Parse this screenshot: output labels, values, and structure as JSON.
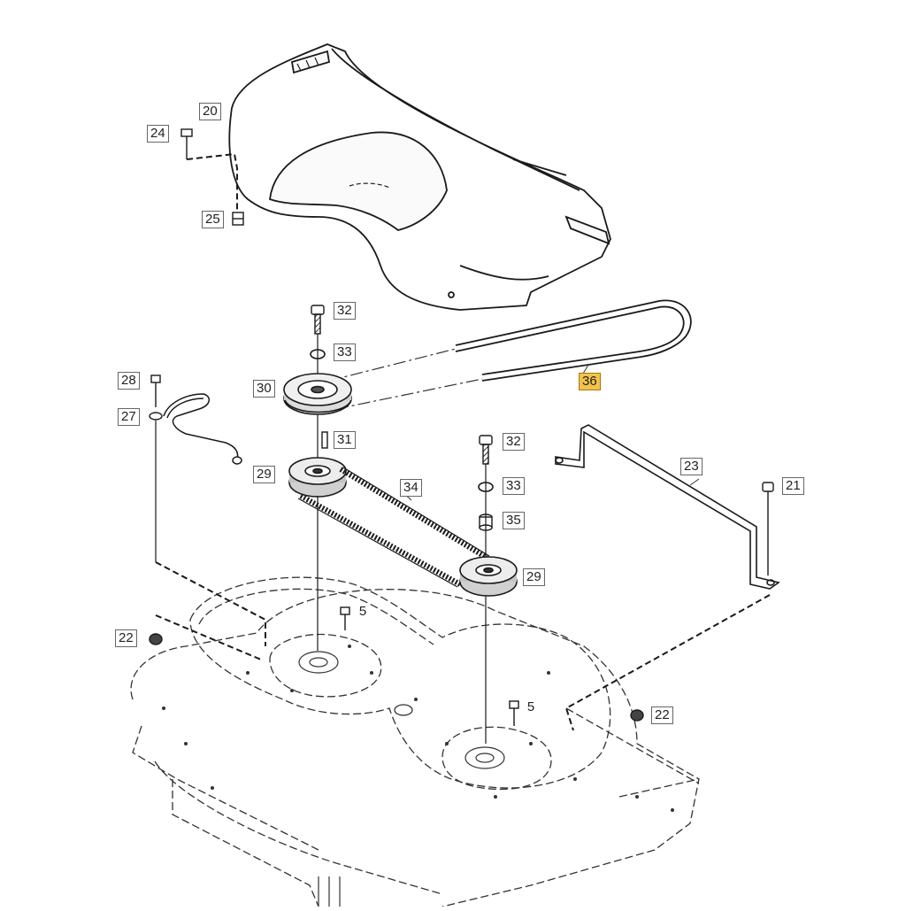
{
  "diagram": {
    "highlight_color": "#f3c24a",
    "line_color": "#1a1a1a",
    "callouts": [
      {
        "id": "c20",
        "label": "20"
      },
      {
        "id": "c24",
        "label": "24"
      },
      {
        "id": "c25",
        "label": "25"
      },
      {
        "id": "c32a",
        "label": "32"
      },
      {
        "id": "c33a",
        "label": "33"
      },
      {
        "id": "c36",
        "label": "36",
        "highlight": true
      },
      {
        "id": "c30",
        "label": "30"
      },
      {
        "id": "c28",
        "label": "28"
      },
      {
        "id": "c27",
        "label": "27"
      },
      {
        "id": "c31",
        "label": "31"
      },
      {
        "id": "c32b",
        "label": "32"
      },
      {
        "id": "c23",
        "label": "23"
      },
      {
        "id": "c29a",
        "label": "29"
      },
      {
        "id": "c34",
        "label": "34"
      },
      {
        "id": "c33b",
        "label": "33"
      },
      {
        "id": "c21",
        "label": "21"
      },
      {
        "id": "c35",
        "label": "35"
      },
      {
        "id": "c29b",
        "label": "29"
      },
      {
        "id": "c5a",
        "label": "5"
      },
      {
        "id": "c22a",
        "label": "22"
      },
      {
        "id": "c5b",
        "label": "5"
      },
      {
        "id": "c22b",
        "label": "22"
      }
    ]
  }
}
